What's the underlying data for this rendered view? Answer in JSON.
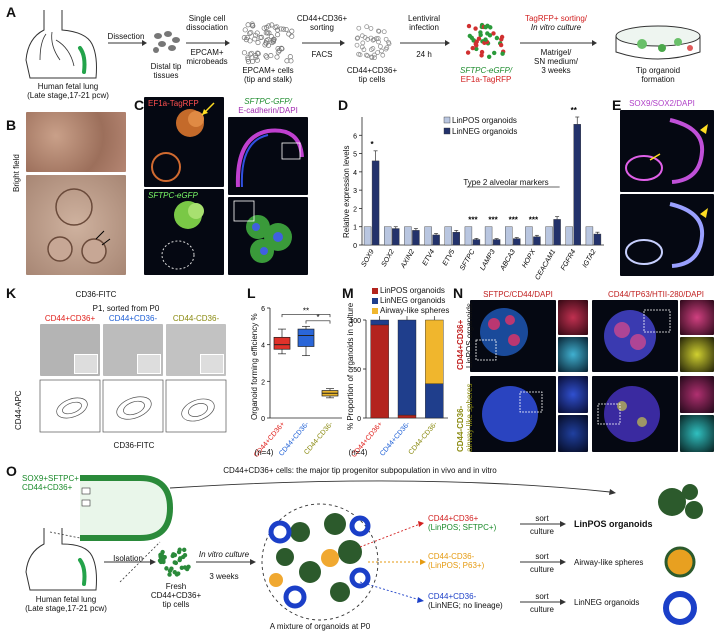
{
  "panels": {
    "A": "A",
    "B": "B",
    "C": "C",
    "D": "D",
    "E": "E",
    "K": "K",
    "L": "L",
    "M": "M",
    "N": "N",
    "O": "O"
  },
  "panelA": {
    "lung_label_1": "Human fetal lung",
    "lung_label_2": "(Late stage,17-21 pcw)",
    "step1_top": "Dissection",
    "step1_bottom_1": "Distal tip",
    "step1_bottom_2": "tissues",
    "step2_top_1": "Single cell",
    "step2_top_2": "dissociation",
    "step2_mid_1": "EPCAM+",
    "step2_mid_2": "microbeads",
    "step2_bottom_1": "EPCAM+ cells",
    "step2_bottom_2": "(tip and stalk)",
    "step3_top_1": "CD44+CD36+",
    "step3_top_2": "sorting",
    "step3_mid": "FACS",
    "step3_bottom_1": "CD44+CD36+",
    "step3_bottom_2": "tip cells",
    "step4_top_1": "Lentiviral",
    "step4_top_2": "infection",
    "step4_mid": "24 h",
    "reporter_1": "SFTPC-eGFP/",
    "reporter_2": "EF1a-TagRFP",
    "step5_top_1": "TagRFP+ sorting/",
    "step5_top_2": "In vitro culture",
    "step5_mid_1": "Matrigel/",
    "step5_mid_2": "SN medium/",
    "step5_mid_3": "3 weeks",
    "step5_bottom_1": "Tip organoid",
    "step5_bottom_2": "formation"
  },
  "panelB": {
    "side_label": "Bright field"
  },
  "panelC": {
    "top_left": "EF1a-TagRFP",
    "bottom_left": "SFTPC-eGFP",
    "title_1": "SFTPC-GFP/",
    "title_2": "E-cadherin/DAPI"
  },
  "panelE": {
    "title": "SOX9/SOX2/DAPI"
  },
  "panelD": {
    "ylabel": "Relative expression levels",
    "legend": [
      "LinPOS organoids",
      "LinNEG organoids"
    ],
    "annotation": "Type 2 alveolar markers",
    "colors": {
      "pos": "#b9c6e0",
      "neg": "#23326b"
    }
  },
  "panelK": {
    "title_1": "CD36-FITC",
    "title_2": "P1, sorted from P0",
    "groups": [
      "CD44+CD36+",
      "CD44+CD36-",
      "CD44-CD36-"
    ],
    "group_colors": [
      "#e0201b",
      "#1d5fd6",
      "#8a8a10"
    ],
    "ylabel": "CD44-APC",
    "xlabel": "CD36-FITC"
  },
  "panelL": {
    "ylabel": "Organoid forming efficiency %",
    "n": "(n=4)",
    "sig": [
      "**",
      "*"
    ]
  },
  "panelM": {
    "ylabel": "% Proportion of organoids in culture",
    "n": "(n=4)",
    "legend": [
      "LinPOS organoids",
      "LinNEG organoids",
      "Airway-like spheres"
    ],
    "colors": [
      "#b3241e",
      "#1f3e8c",
      "#f0b62d"
    ]
  },
  "panelN": {
    "title_left": "SFTPC/CD44/DAPI",
    "title_right": "CD44/TP63/HTII-280/DAPI",
    "row1_1": "CD44+CD36+",
    "row1_2": "LinPOS organoids",
    "row2_1": "CD44-CD36-",
    "row2_2": "airway-like spheres"
  },
  "panelO": {
    "top_text": "CD44+CD36+ cells: the major tip progenitor subpopulation in vivo and in vitro",
    "marker_1": "SOX9+SFTPC+",
    "marker_2": "CD44+CD36+",
    "lung_1": "Human fetal lung",
    "lung_2": "(Late stage,17-21 pcw)",
    "isolation": "Isolation",
    "fresh_1": "Fresh",
    "fresh_2": "CD44+CD36+",
    "fresh_3": "tip cells",
    "invitro_1": "In vitro culture",
    "invitro_2": "3 weeks",
    "mixture": "A mixture of organoids at P0",
    "r1_a": "CD44+CD36+",
    "r1_b": "(LinPOS; SFTPC+)",
    "r2_a": "CD44-CD36-",
    "r2_b": "(LinPOS; P63+)",
    "r3_a": "CD44+CD36-",
    "r3_b": "(LinNEG; no lineage)",
    "sort": "sort",
    "culture": "culture",
    "out1": "LinPOS organoids",
    "out2": "Airway-like spheres",
    "out3": "LinNEG organoids"
  },
  "chart_data": [
    {
      "type": "bar",
      "title": "",
      "ylabel": "Relative expression levels",
      "categories": [
        "SOX9",
        "SOX2",
        "AXIN2",
        "ETV4",
        "ETV5",
        "SFTPC",
        "LAMP3",
        "ABCA3",
        "HOPX",
        "CEACAM1",
        "FGFR4",
        "IGTA2"
      ],
      "series": [
        {
          "name": "LinPOS organoids",
          "values": [
            1,
            1,
            1,
            1,
            1,
            1,
            1,
            1,
            1,
            1,
            1,
            1
          ]
        },
        {
          "name": "LinNEG organoids",
          "values": [
            4.6,
            0.9,
            0.8,
            0.55,
            0.7,
            0.3,
            0.3,
            0.35,
            0.45,
            1.4,
            6.6,
            0.6
          ]
        }
      ],
      "errors": [
        0.55,
        0.1,
        0.1,
        0.08,
        0.1,
        0.06,
        0.05,
        0.06,
        0.08,
        0.15,
        0.4,
        0.1
      ],
      "significance": [
        "*",
        "",
        "",
        "",
        "",
        "***",
        "***",
        "***",
        "***",
        "",
        "**",
        ""
      ],
      "ylim": [
        0,
        7
      ]
    },
    {
      "type": "box",
      "ylabel": "Organoid forming efficiency %",
      "categories": [
        "CD44+CD36+",
        "CD44+CD36-",
        "CD44-CD36-"
      ],
      "boxes": [
        {
          "min": 3.5,
          "q1": 3.75,
          "median": 4.0,
          "q3": 4.4,
          "max": 4.85
        },
        {
          "min": 3.4,
          "q1": 3.9,
          "median": 4.5,
          "q3": 4.85,
          "max": 5.0
        },
        {
          "min": 1.1,
          "q1": 1.2,
          "median": 1.35,
          "q3": 1.5,
          "max": 1.6
        }
      ],
      "ylim": [
        0,
        6
      ],
      "yticks": [
        0,
        2,
        4,
        6
      ]
    },
    {
      "type": "bar",
      "stacked": true,
      "ylabel": "% Proportion of organoids in culture",
      "categories": [
        "CD44+CD36+",
        "CD44+CD36-",
        "CD44-CD36-"
      ],
      "series": [
        {
          "name": "LinPOS organoids",
          "values": [
            95,
            3,
            0
          ]
        },
        {
          "name": "LinNEG organoids",
          "values": [
            5,
            97,
            35
          ]
        },
        {
          "name": "Airway-like spheres",
          "values": [
            0,
            0,
            65
          ]
        }
      ],
      "ylim": [
        0,
        100
      ],
      "yticks": [
        0,
        50,
        100
      ]
    }
  ]
}
